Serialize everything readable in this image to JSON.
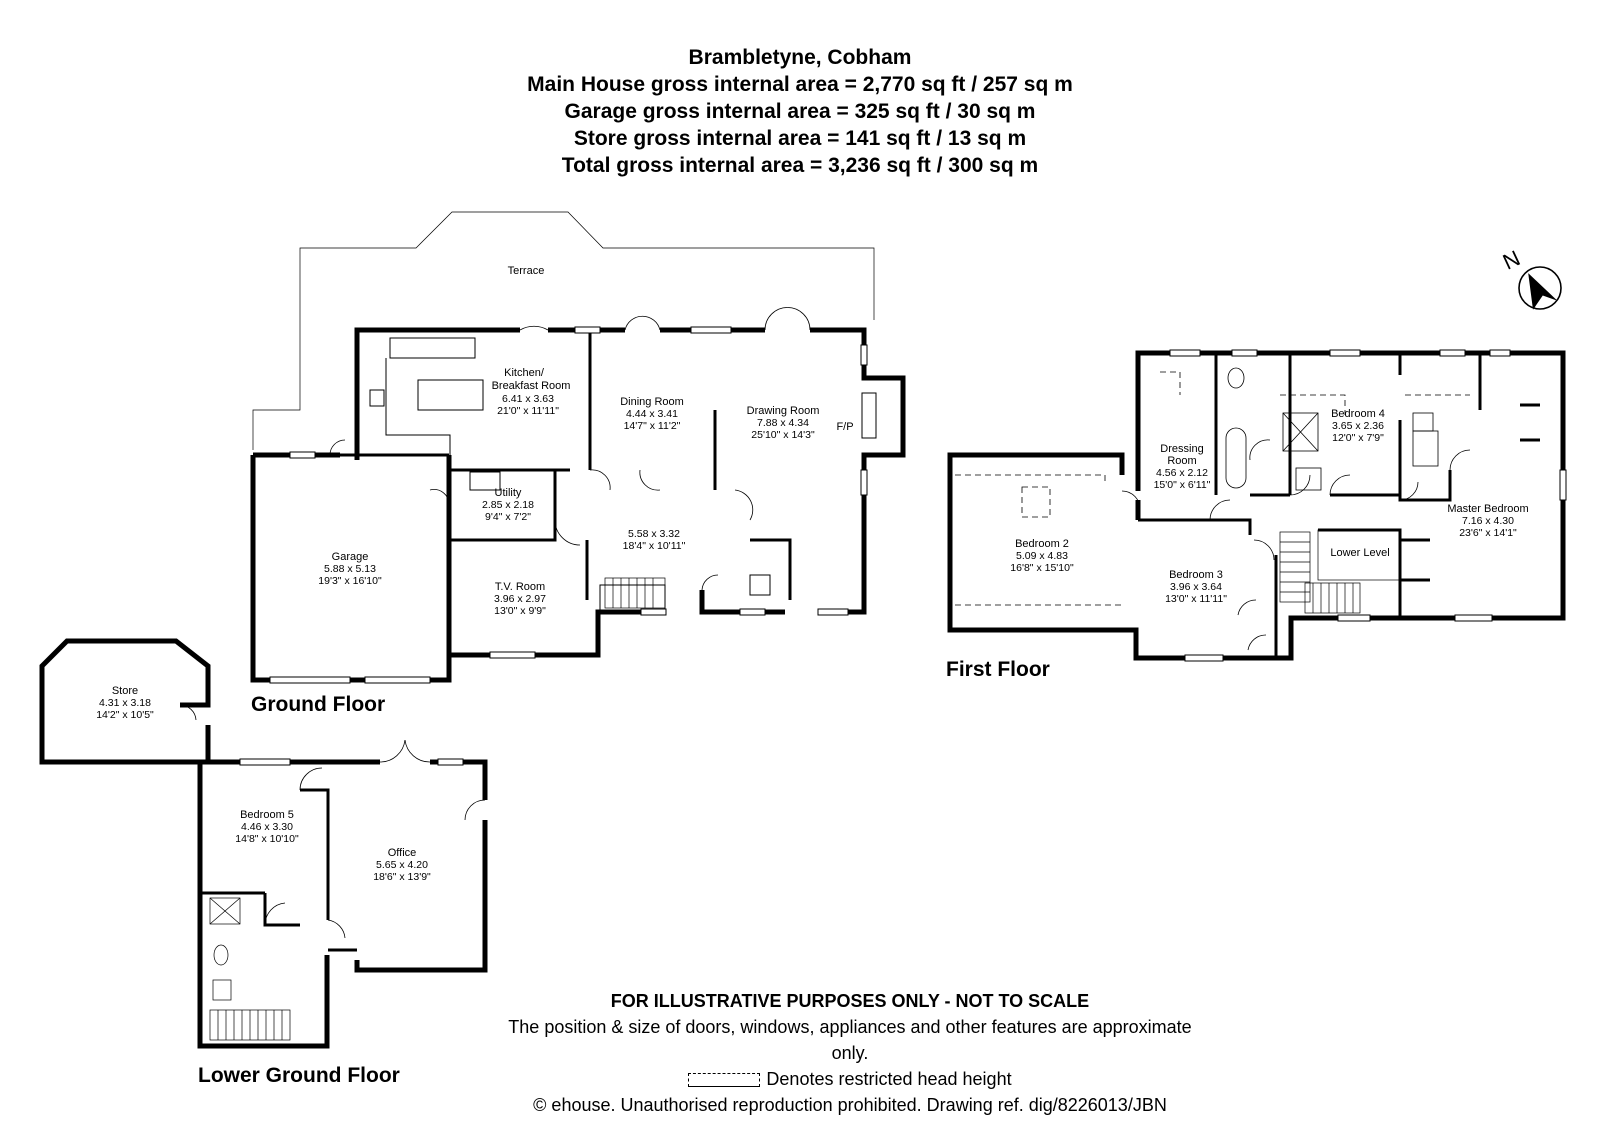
{
  "header": {
    "title": "Brambletyne, Cobham",
    "main_area": "Main House gross internal area = 2,770 sq ft / 257 sq m",
    "garage_area": "Garage gross internal area = 325 sq ft / 30 sq m",
    "store_area": "Store gross internal area = 141 sq ft / 13 sq m",
    "total_area": "Total gross internal area = 3,236 sq ft / 300 sq m"
  },
  "floors": {
    "ground": "Ground Floor",
    "first": "First Floor",
    "lower": "Lower Ground Floor"
  },
  "rooms": {
    "terrace": {
      "name": "Terrace"
    },
    "kitchen": {
      "name1": "Kitchen/",
      "name2": "Breakfast Room",
      "metric": "6.41 x 3.63",
      "imperial": "21'0\" x 11'11\""
    },
    "dining": {
      "name": "Dining Room",
      "metric": "4.44 x 3.41",
      "imperial": "14'7\" x 11'2\""
    },
    "drawing": {
      "name": "Drawing Room",
      "metric": "7.88 x 4.34",
      "imperial": "25'10\" x 14'3\""
    },
    "fp": {
      "name": "F/P"
    },
    "utility": {
      "name": "Utility",
      "metric": "2.85 x 2.18",
      "imperial": "9'4\" x 7'2\""
    },
    "hall": {
      "metric": "5.58 x 3.32",
      "imperial": "18'4\" x 10'11\""
    },
    "tv": {
      "name": "T.V. Room",
      "metric": "3.96 x 2.97",
      "imperial": "13'0\" x 9'9\""
    },
    "garage": {
      "name": "Garage",
      "metric": "5.88 x 5.13",
      "imperial": "19'3\" x 16'10\""
    },
    "store": {
      "name": "Store",
      "metric": "4.31 x 3.18",
      "imperial": "14'2\" x 10'5\""
    },
    "bedroom5": {
      "name": "Bedroom 5",
      "metric": "4.46 x 3.30",
      "imperial": "14'8\" x 10'10\""
    },
    "office": {
      "name": "Office",
      "metric": "5.65 x 4.20",
      "imperial": "18'6\" x 13'9\""
    },
    "dressing": {
      "name1": "Dressing",
      "name2": "Room",
      "metric": "4.56 x 2.12",
      "imperial": "15'0\" x 6'11\""
    },
    "bedroom4": {
      "name": "Bedroom 4",
      "metric": "3.65 x 2.36",
      "imperial": "12'0\" x 7'9\""
    },
    "bedroom2": {
      "name": "Bedroom 2",
      "metric": "5.09 x 4.83",
      "imperial": "16'8\" x 15'10\""
    },
    "bedroom3": {
      "name": "Bedroom 3",
      "metric": "3.96 x 3.64",
      "imperial": "13'0\" x 11'11\""
    },
    "lowerlevel": {
      "name": "Lower Level"
    },
    "master": {
      "name": "Master Bedroom",
      "metric": "7.16 x 4.30",
      "imperial": "23'6\" x 14'1\""
    }
  },
  "compass": {
    "label": "N"
  },
  "footer": {
    "disclaimer_title": "FOR ILLUSTRATIVE PURPOSES ONLY - NOT TO SCALE",
    "disclaimer_text": "The position & size of doors, windows, appliances and other features are approximate only.",
    "legend_text": "Denotes restricted head height",
    "copyright": "© ehouse. Unauthorised reproduction prohibited. Drawing ref. dig/8226013/JBN"
  }
}
